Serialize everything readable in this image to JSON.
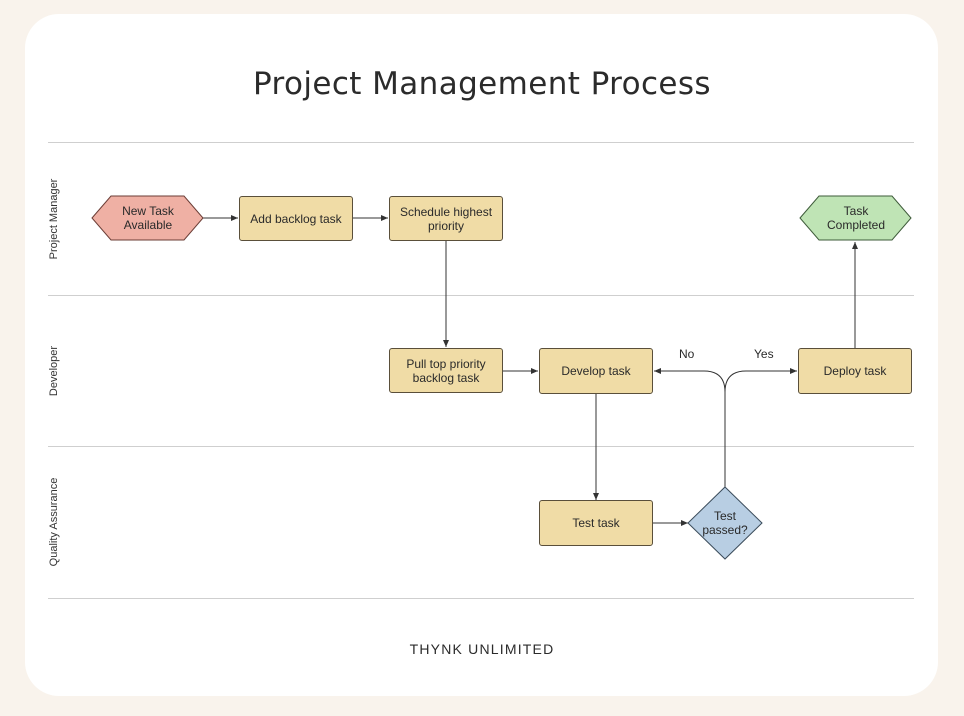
{
  "title": "Project Management Process",
  "footer": "THYNK UNLIMITED",
  "lanes": [
    "Project Manager",
    "Developer",
    "Quality Assurance"
  ],
  "nodes": {
    "new_task": "New Task Available",
    "add_backlog": "Add backlog task",
    "schedule": "Schedule highest priority",
    "pull_top": "Pull top priority backlog task",
    "develop": "Develop task",
    "deploy": "Deploy task",
    "test": "Test task",
    "test_passed": "Test passed?",
    "completed": "Task Completed"
  },
  "edge_labels": {
    "no": "No",
    "yes": "Yes"
  },
  "colors": {
    "process": "#f0dca6",
    "start": "#efb0a4",
    "end": "#bfe4b5",
    "decision": "#b8cee3"
  }
}
